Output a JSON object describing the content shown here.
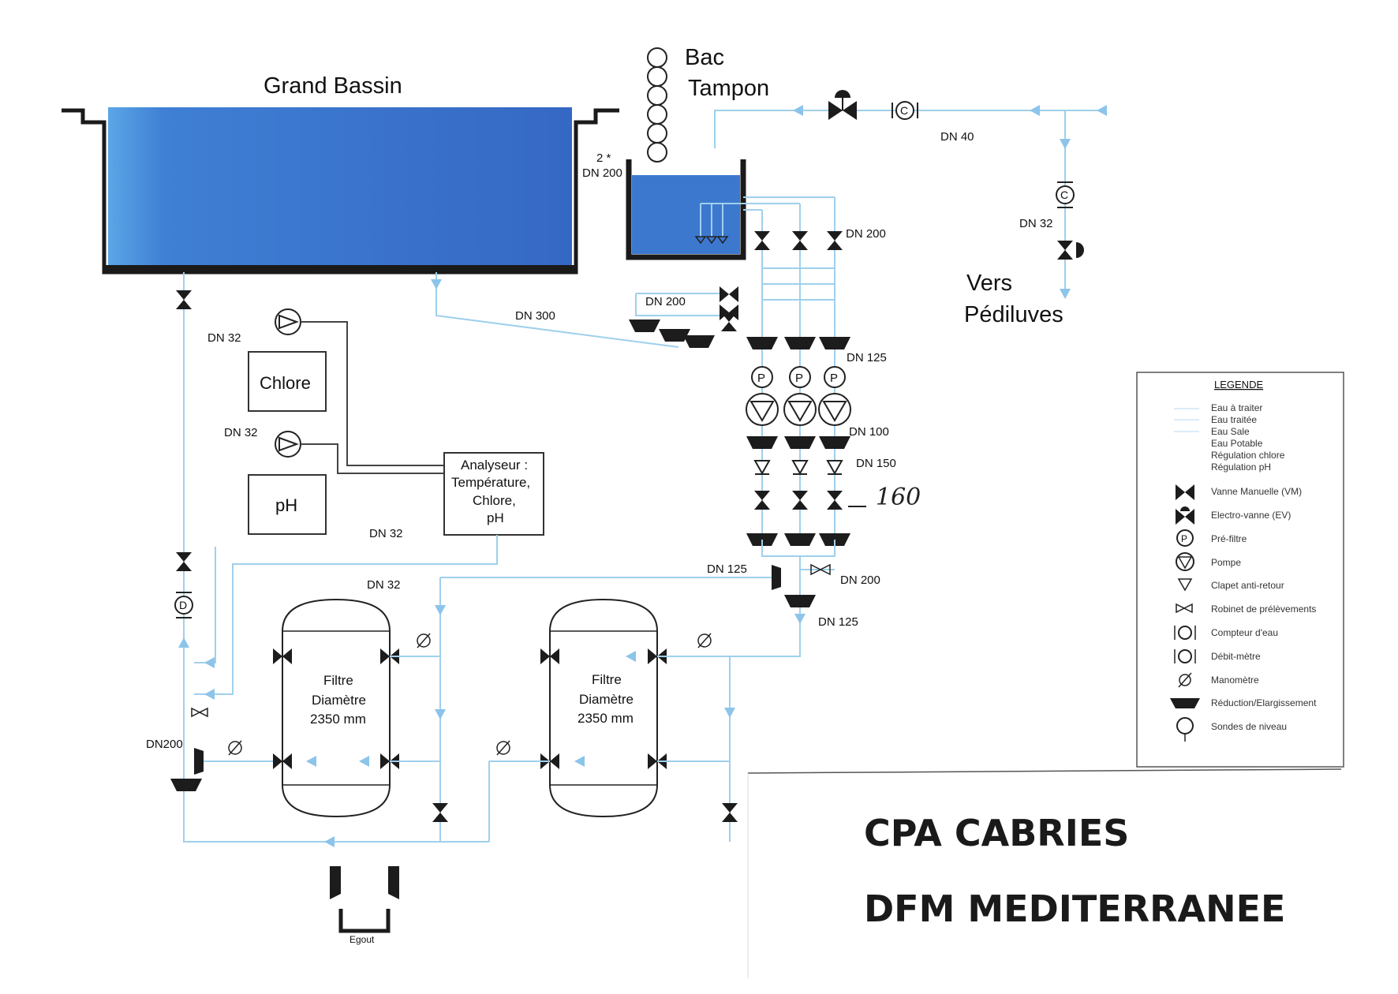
{
  "labels": {
    "grand_bassin": "Grand Bassin",
    "bac_tampon_1": "Bac",
    "bac_tampon_2": "Tampon",
    "vers_1": "Vers",
    "vers_2": "Pédiluves",
    "chlore": "Chlore",
    "ph": "pH",
    "analyseur_1": "Analyseur :",
    "analyseur_2": "Température,",
    "analyseur_3": "Chlore,",
    "analyseur_4": "pH",
    "filtre_1": "Filtre",
    "filtre_2": "Diamètre",
    "filtre_3": "2350 mm",
    "egout": "Egout",
    "handwritten": "160",
    "two_star": "2 *"
  },
  "pipe_sizes": {
    "dn200_bassin": "DN 200",
    "dn40": "DN 40",
    "dn32_pediluve": "DN 32",
    "dn200_top": "DN 200",
    "dn300": "DN 300",
    "dn200_mid": "DN 200",
    "dn125_a": "DN 125",
    "dn100": "DN 100",
    "dn150": "DN 150",
    "dn32_chlore": "DN 32",
    "dn32_ph": "DN 32",
    "dn32_analyseur": "DN 32",
    "dn32_filtre": "DN 32",
    "dn125_b": "DN 125",
    "dn200_c": "DN 200",
    "dn125_c": "DN 125",
    "dn200_left": "DN200"
  },
  "legend": {
    "title": "LEGENDE",
    "lines": [
      "Eau à traiter",
      "Eau traitée",
      "Eau Sale",
      "Eau Potable",
      "Régulation chlore",
      "Régulation pH"
    ],
    "symbols": [
      "Vanne Manuelle (VM)",
      "Electro-vanne (EV)",
      "Pré-filtre",
      "Pompe",
      "Clapet anti-retour",
      "Robinet de prélèvements",
      "Compteur d'eau",
      "Débit-mètre",
      "Manomètre",
      "Réduction/Elargissement",
      "Sondes de niveau"
    ]
  },
  "brand": {
    "line1": "CPA CABRIES",
    "line2": "DFM MEDITERRANEE"
  },
  "colors": {
    "water": "#3d78cf",
    "pipe": "#9fd0ec",
    "arrow": "#8cc4ea"
  }
}
